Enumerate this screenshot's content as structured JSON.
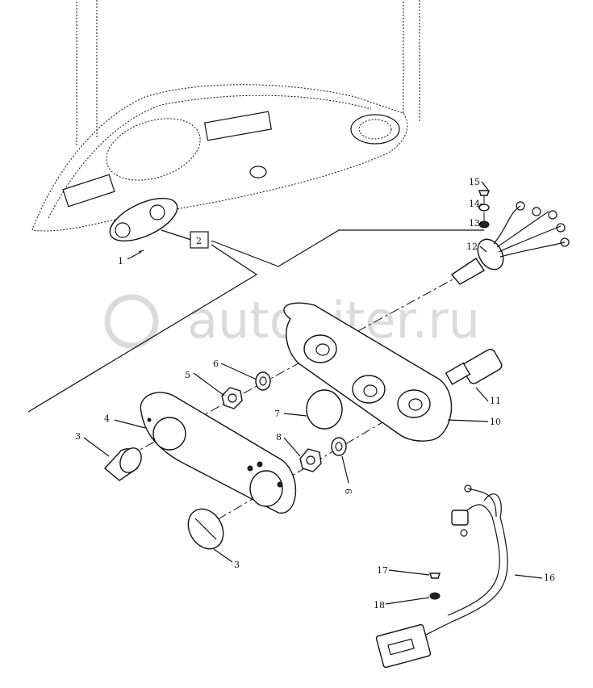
{
  "watermark": "autopiter.ru",
  "callouts": {
    "c1": "1",
    "c2": "2",
    "c3a": "3",
    "c3b": "3",
    "c4": "4",
    "c5": "5",
    "c6": "6",
    "c7": "7",
    "c8": "8",
    "c9": "9",
    "c10": "10",
    "c11": "11",
    "c12": "12",
    "c13": "13",
    "c14": "14",
    "c15": "15",
    "c16": "16",
    "c17": "17",
    "c18": "18"
  }
}
